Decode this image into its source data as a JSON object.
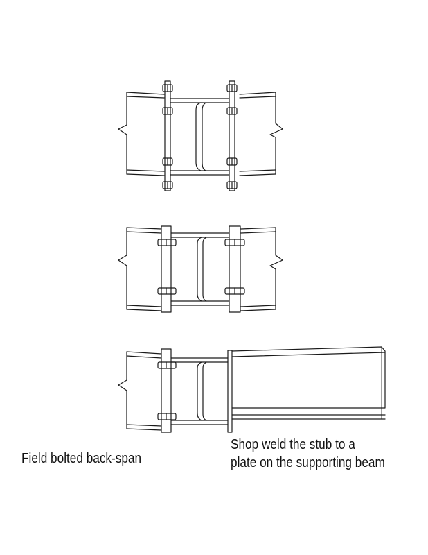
{
  "captions": {
    "field_bolted": "Field bolted back-span",
    "shop_weld_line1": "Shop weld the stub to a",
    "shop_weld_line2": "plate on the supporting beam"
  },
  "colors": {
    "stroke": "#1a1a1a",
    "background": "#ffffff"
  }
}
